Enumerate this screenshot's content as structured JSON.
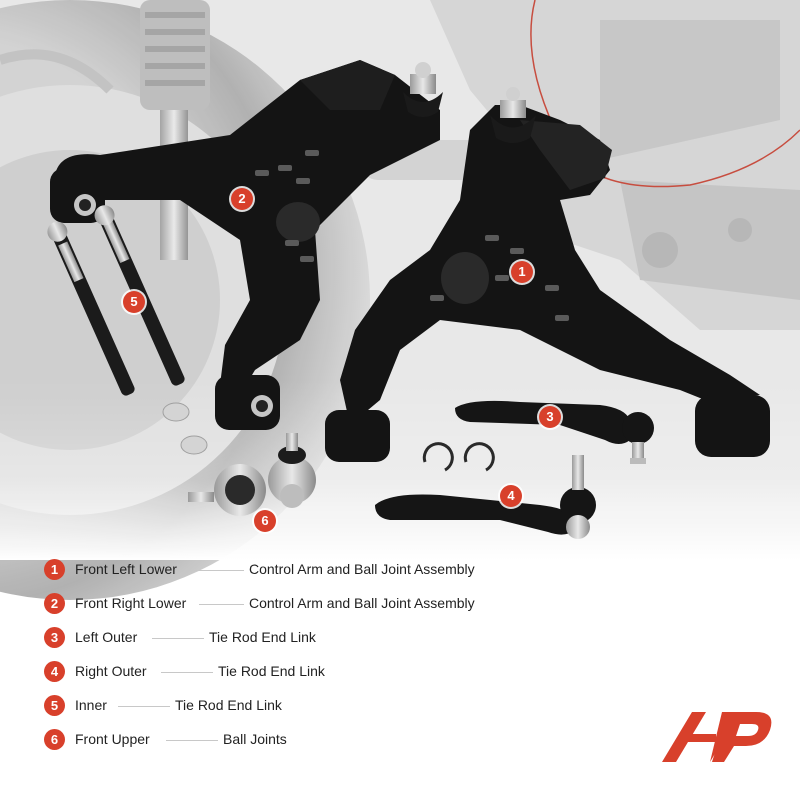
{
  "callouts": [
    {
      "num": "1",
      "part": "Front Left Lower",
      "desc": "Control Arm and Ball Joint Assembly"
    },
    {
      "num": "2",
      "part": "Front Right Lower",
      "desc": "Control Arm and Ball Joint Assembly"
    },
    {
      "num": "3",
      "part": "Left Outer",
      "desc": "Tie Rod End Link"
    },
    {
      "num": "4",
      "part": "Right Outer",
      "desc": "Tie Rod End Link"
    },
    {
      "num": "5",
      "part": "Inner",
      "desc": "Tie Rod End Link"
    },
    {
      "num": "6",
      "part": "Front Upper",
      "desc": "Ball Joints"
    }
  ],
  "colors": {
    "accent": "#d8402b",
    "part_black": "#141414",
    "background": "#ffffff"
  },
  "icons": {
    "brand_logo": "a-premium-logo"
  }
}
